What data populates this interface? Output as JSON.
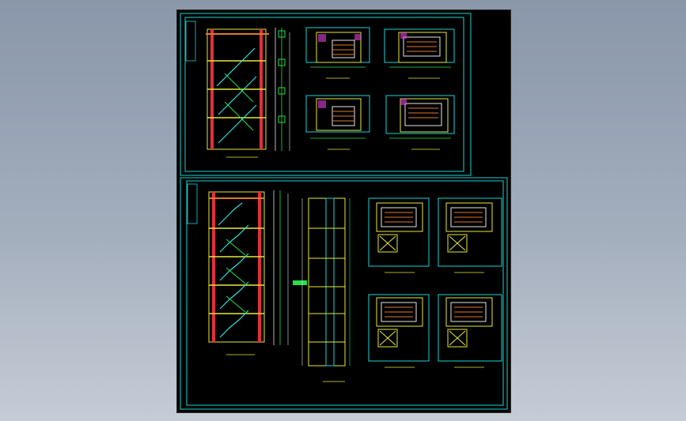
{
  "viewport": {
    "background": "#000000"
  },
  "colors": {
    "frame": "#19d3d3",
    "wall": "#e8e83a",
    "stair": "#2fe0e0",
    "green": "#25e04a",
    "red": "#e0303a",
    "magenta": "#e040e0",
    "white": "#e6e6e6",
    "orange": "#e07a2a"
  },
  "sheets": [
    {
      "name": "upper-sheet",
      "sections": 1,
      "plans": 4
    },
    {
      "name": "lower-sheet",
      "sections": 2,
      "plans": 4
    }
  ],
  "icons": [
    "ucs-icon",
    "viewcube-icon"
  ]
}
